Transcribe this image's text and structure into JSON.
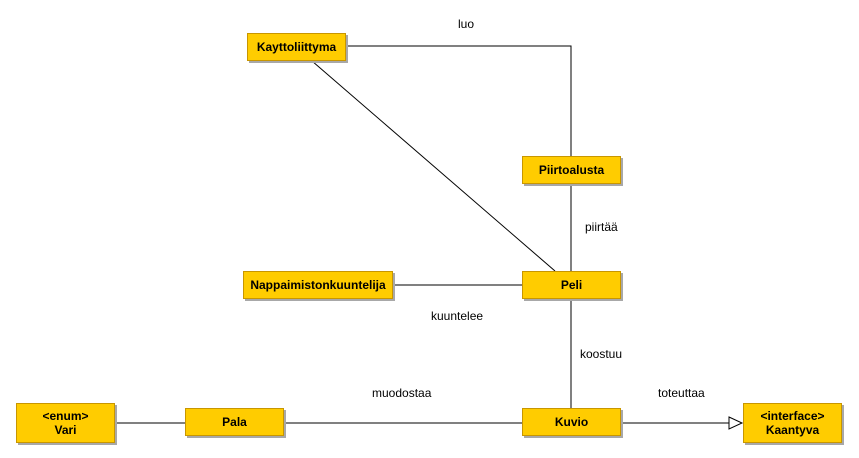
{
  "classes": {
    "kayttoliittyma": {
      "name": "Kayttoliittyma"
    },
    "piirtoalusta": {
      "name": "Piirtoalusta"
    },
    "nappaimistonkuuntelija": {
      "name": "Nappaimistonkuuntelija"
    },
    "peli": {
      "name": "Peli"
    },
    "vari": {
      "stereotype": "<enum>",
      "name": "Vari"
    },
    "pala": {
      "name": "Pala"
    },
    "kuvio": {
      "name": "Kuvio"
    },
    "kaantyva": {
      "stereotype": "<interface>",
      "name": "Kaantyva"
    }
  },
  "relations": {
    "luo": "luo",
    "piirtaa": "piirtää",
    "kuuntelee": "kuuntelee",
    "koostuu": "koostuu",
    "muodostaa": "muodostaa",
    "toteuttaa": "toteuttaa"
  },
  "colors": {
    "box_fill": "#ffcc00",
    "box_border": "#c89600",
    "line": "#000000"
  }
}
